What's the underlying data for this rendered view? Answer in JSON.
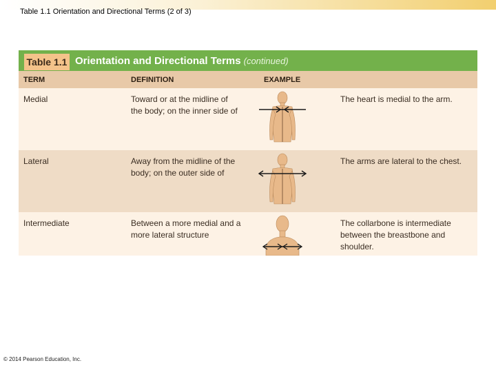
{
  "slide": {
    "title": "Table 1.1 Orientation and Directional Terms (2 of 3)",
    "footer": "© 2014 Pearson Education, Inc."
  },
  "table": {
    "label": "Table 1.1",
    "title": "Orientation and Directional Terms",
    "continued": "(continued)",
    "columns": [
      "TERM",
      "DEFINITION",
      "EXAMPLE"
    ],
    "rows": [
      {
        "term": "Medial",
        "definition": "Toward or at the midline of the body; on the inner side of",
        "example": "The heart is medial to the arm."
      },
      {
        "term": "Lateral",
        "definition": "Away from the midline of the body; on the outer side of",
        "example": "The arms are lateral to the chest."
      },
      {
        "term": "Intermediate",
        "definition": "Between a more medial and a more lateral structure",
        "example": "The collarbone is intermediate between the breastbone and shoulder."
      }
    ]
  },
  "colors": {
    "header": "#73b14b",
    "label": "#f4c38a",
    "row_alt": "#efdcc6",
    "body": "#fdf2e5",
    "figure": "#e8b98a"
  }
}
